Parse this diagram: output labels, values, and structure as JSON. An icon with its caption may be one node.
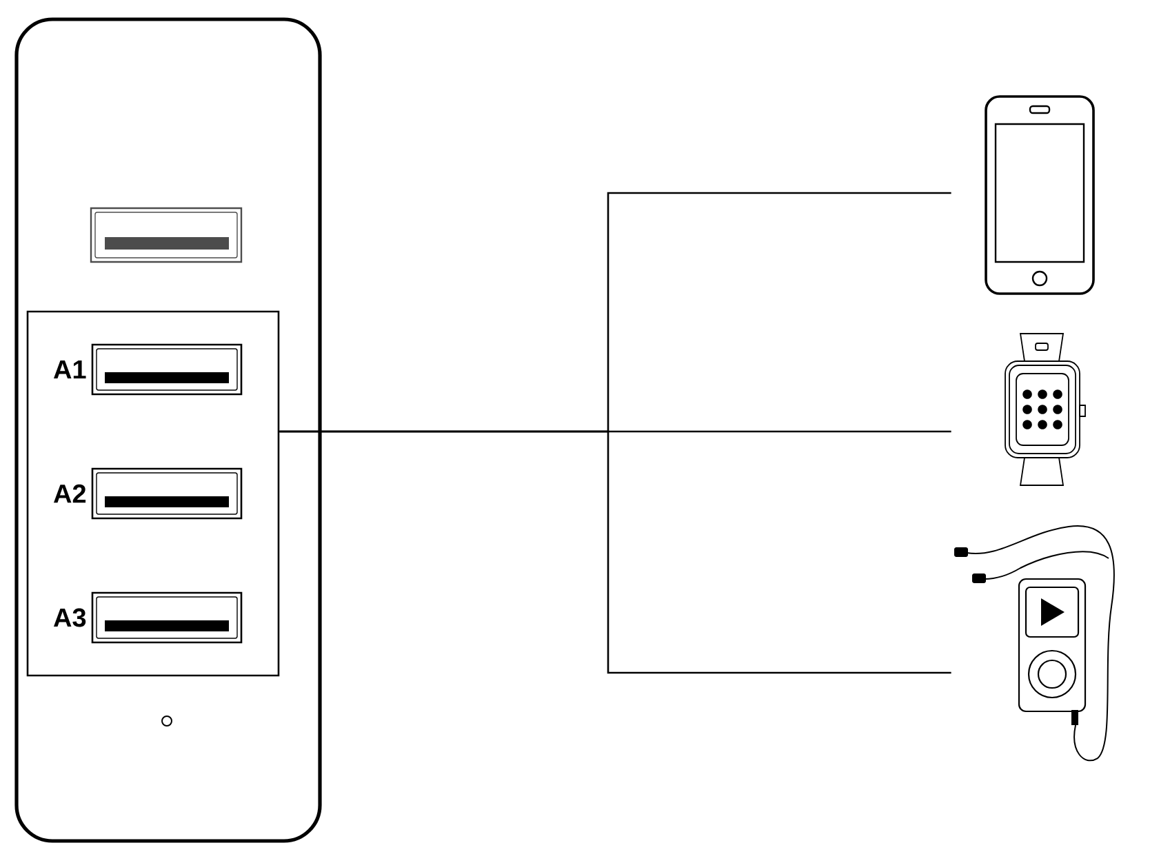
{
  "diagram": {
    "nodes": [
      {
        "text": [
          "A1",
          "A2",
          "A3"
        ]
      },
      {
        "text": [],
        "shape": "picture"
      },
      {
        "text": [],
        "shape": "picture"
      },
      {
        "text": [],
        "shape": "picture"
      }
    ],
    "edges": [
      {
        "from": 0,
        "to": 1,
        "arrow": "none"
      },
      {
        "from": 0,
        "to": 2,
        "arrow": "none"
      },
      {
        "from": 0,
        "to": 3,
        "arrow": "none"
      }
    ]
  }
}
